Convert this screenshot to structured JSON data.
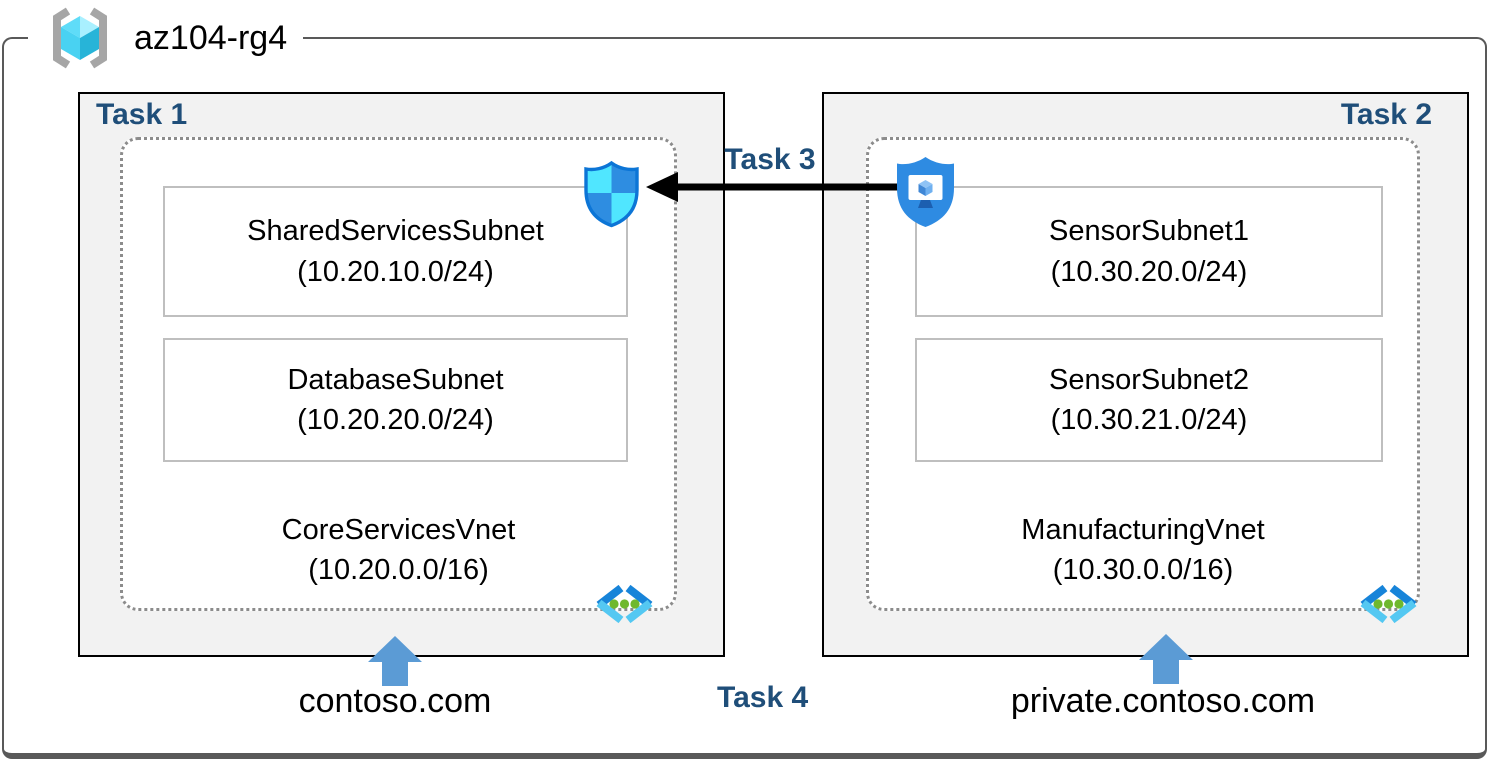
{
  "header": {
    "resource_group": "az104-rg4"
  },
  "tasks": {
    "task1": "Task 1",
    "task2": "Task 2",
    "task3": "Task 3",
    "task4": "Task 4"
  },
  "left": {
    "vnet_name": "CoreServicesVnet",
    "vnet_cidr": "(10.20.0.0/16)",
    "subnets": [
      {
        "name": "SharedServicesSubnet",
        "cidr": "(10.20.10.0/24)"
      },
      {
        "name": "DatabaseSubnet",
        "cidr": "(10.20.20.0/24)"
      }
    ],
    "dns_zone": "contoso.com"
  },
  "right": {
    "vnet_name": "ManufacturingVnet",
    "vnet_cidr": "(10.30.0.0/16)",
    "subnets": [
      {
        "name": "SensorSubnet1",
        "cidr": "(10.30.20.0/24)"
      },
      {
        "name": "SensorSubnet2",
        "cidr": "(10.30.21.0/24)"
      }
    ],
    "dns_zone": "private.contoso.com"
  },
  "icons": {
    "resource_group": "resource-group-icon",
    "network_security_group": "nsg-shield-icon",
    "bastion_shield": "shield-monitor-icon",
    "virtual_network": "virtual-network-icon",
    "dns_up_arrow": "up-arrow-icon",
    "peering_arrow": "left-arrow-icon"
  },
  "colors": {
    "task_label": "#1F4E79",
    "box_fill": "#F2F2F2",
    "box_border": "#000000",
    "frame_border": "#595959",
    "dashed_border": "#8C8C8C",
    "subnet_border": "#BFBFBF",
    "up_arrow": "#5B9BD5",
    "nsg_light": "#50E6FF",
    "nsg_dark": "#2E8DE1",
    "shield_blue": "#2E8BE2",
    "bracket_dark": "#1784D9",
    "bracket_light": "#54C8F2",
    "vnet_dots": "#6FB82E"
  }
}
